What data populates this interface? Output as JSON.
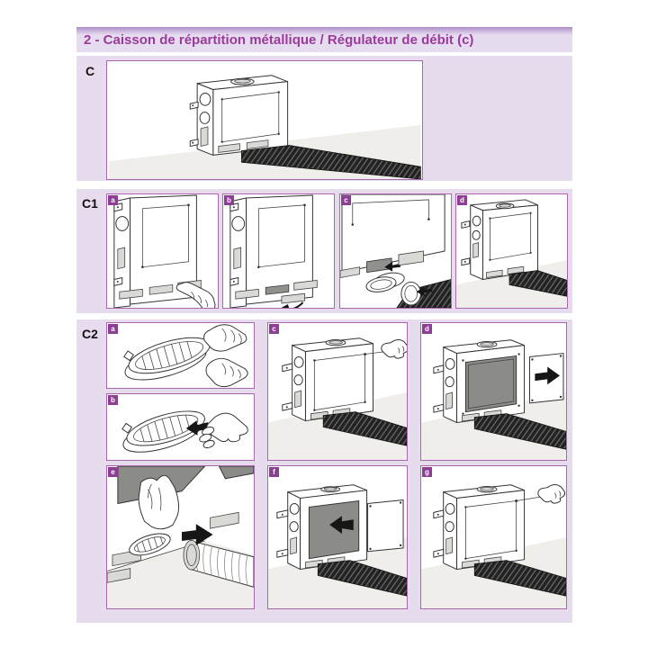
{
  "page": {
    "background": "#ffffff"
  },
  "header": {
    "title": "2 - Caisson de répartition métallique / Régulateur de débit (c)"
  },
  "colors": {
    "title_text": "#9c3a9c",
    "band_background": "#e7dbee",
    "band_top_edge": "#a98cc4",
    "panel_border": "#a968ae",
    "step_tag_background": "#8c3d94",
    "step_tag_text": "#ffffff",
    "line_art": "#333333",
    "duct_dark": "#222222"
  },
  "sections": [
    {
      "label": "C",
      "panels": [
        {
          "letter": "",
          "illustration": "metal-distribution-box-with-flat-oval-duct"
        }
      ]
    },
    {
      "label": "C1",
      "panels": [
        {
          "letter": "a",
          "illustration": "hand-pointing-at-bottom-knockout"
        },
        {
          "letter": "b",
          "illustration": "bottom-knockout-plate-removed"
        },
        {
          "letter": "c",
          "illustration": "oval-sleeve-and-flat-duct-connected-to-openings"
        },
        {
          "letter": "d",
          "illustration": "box-with-flat-duct-connected"
        }
      ]
    },
    {
      "label": "C2",
      "panels": [
        {
          "letter": "a",
          "illustration": "flow-regulator-cartridge-in-hands"
        },
        {
          "letter": "b",
          "illustration": "hand-fitting-flow-regulator-arrow"
        },
        {
          "letter": "c",
          "illustration": "unscrewing-front-access-panel"
        },
        {
          "letter": "d",
          "illustration": "access-panel-removed-arrow-right"
        },
        {
          "letter": "e",
          "illustration": "gloved-hand-inserting-regulator-into-duct"
        },
        {
          "letter": "f",
          "illustration": "access-panel-refitted-arrow-left"
        },
        {
          "letter": "g",
          "illustration": "screwing-front-access-panel-back"
        }
      ]
    }
  ]
}
